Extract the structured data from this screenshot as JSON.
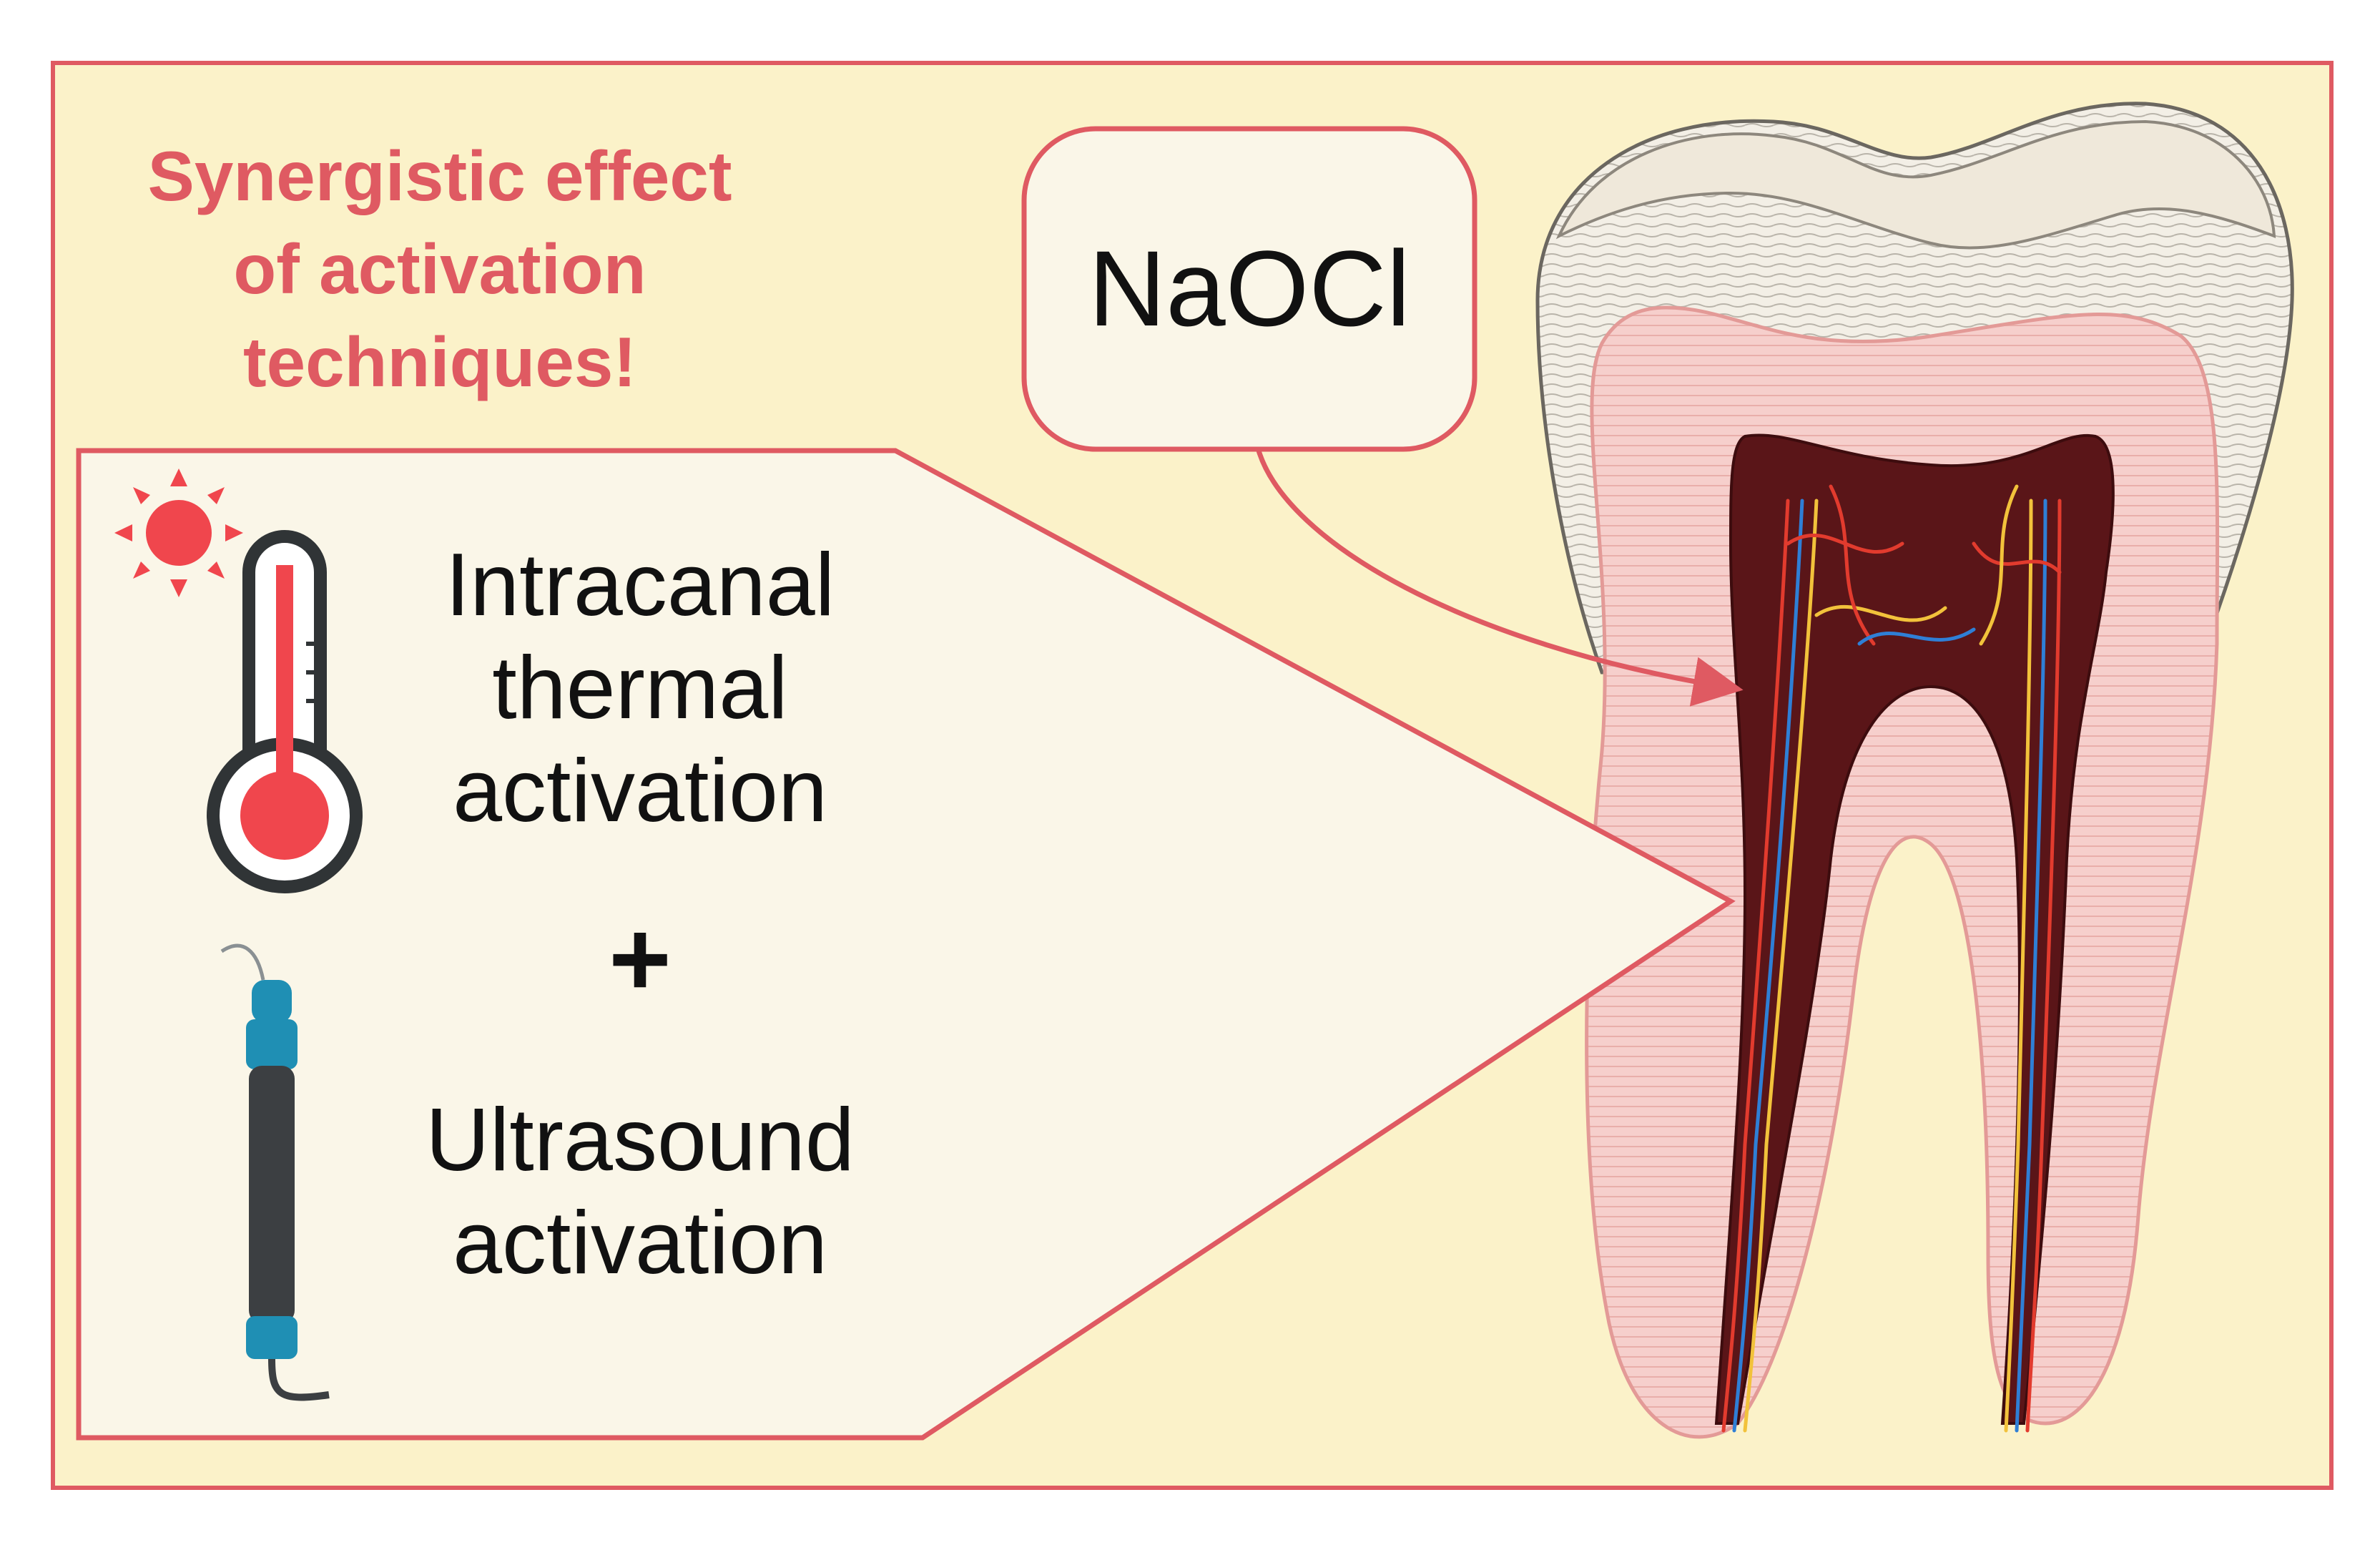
{
  "headline": {
    "lines": [
      "Synergistic effect",
      "of activation",
      "techniques!"
    ]
  },
  "callout": {
    "thermal_lines": [
      "Intracanal",
      "thermal",
      "activation"
    ],
    "plus": "+",
    "ultrasound_lines": [
      "Ultrasound",
      "activation"
    ]
  },
  "bubble": {
    "label": "NaOCl"
  },
  "icons": [
    "sun-icon",
    "thermometer-icon",
    "ultrasonic-handpiece-icon",
    "tooth-illustration"
  ],
  "colors": {
    "accent": "#df5a62",
    "panel": "#fbf2c9",
    "callout_fill": "#faf6e8",
    "pulp": "#5a1518",
    "dentin": "#f6cfcc",
    "enamel": "#f1ede4"
  }
}
